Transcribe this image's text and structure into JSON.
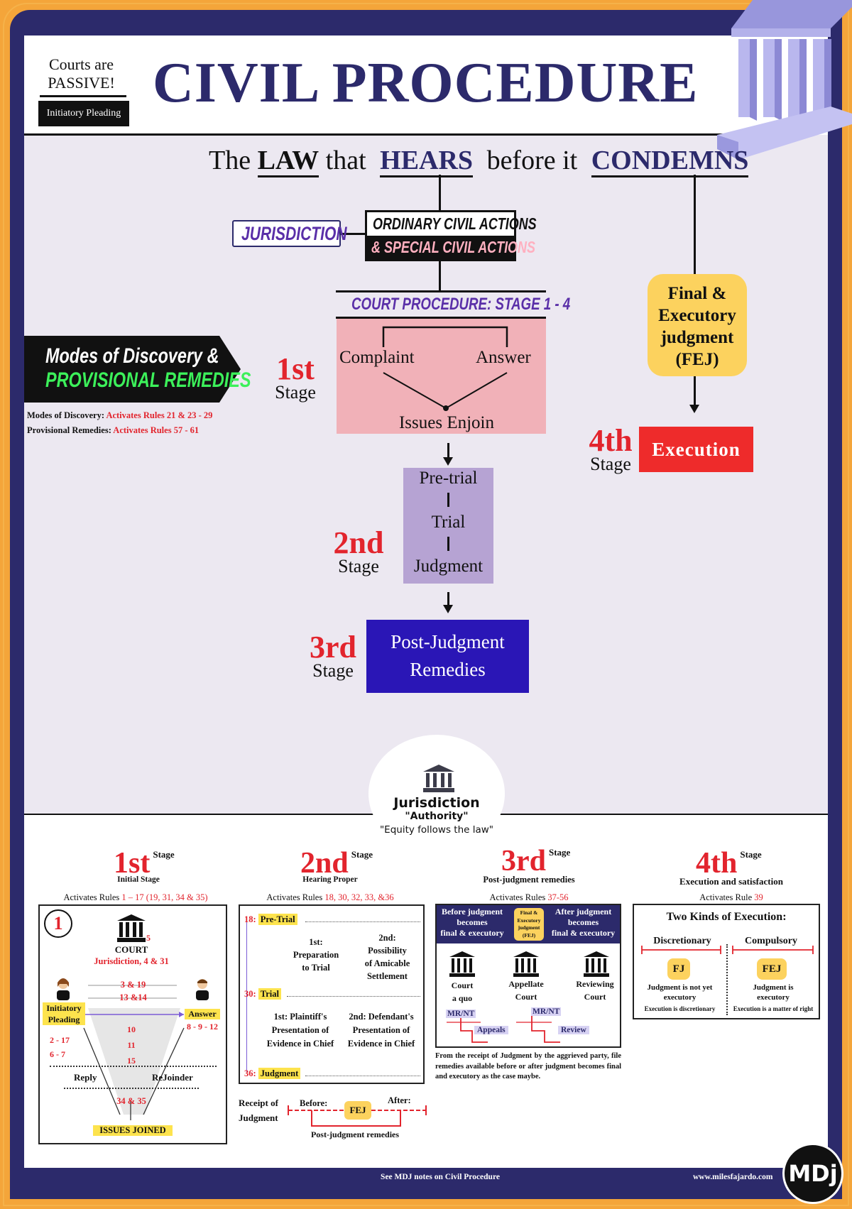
{
  "header": {
    "passive_line1": "Courts are",
    "passive_line2": "PASSIVE!",
    "initiatory_badge": "Initiatory Pleading",
    "title": "CIVIL PROCEDURE"
  },
  "tagline": {
    "the": "The",
    "law": "LAW",
    "that": "that",
    "hears": "HEARS",
    "before": "before it",
    "condemns": "CONDEMNS"
  },
  "flow": {
    "jurisdiction": "JURISDICTION",
    "ordinary": "ORDINARY CIVIL ACTIONS",
    "special": "& SPECIAL CIVIL ACTIONS",
    "court_procedure": "COURT PROCEDURE: STAGE 1 - 4",
    "complaint": "Complaint",
    "answer": "Answer",
    "issues_enjoin": "Issues Enjoin",
    "pretrial": "Pre-trial",
    "trial": "Trial",
    "judgment": "Judgment",
    "post_judgment_1": "Post-Judgment",
    "post_judgment_2": "Remedies",
    "fej_lines": [
      "Final &",
      "Executory",
      "judgment",
      "(FEJ)"
    ],
    "execution": "Execution",
    "stage_word": "Stage",
    "stage1": "1st",
    "stage2": "2nd",
    "stage3": "3rd",
    "stage4": "4th"
  },
  "discovery": {
    "title_line1": "Modes of Discovery &",
    "title_line2": "PROVISIONAL REMEDIES",
    "modes_label": "Modes of Discovery:",
    "modes_value": "Activates Rules 21 & 23 - 29",
    "prov_label": "Provisional Remedies:",
    "prov_value": "Activates Rules 57 - 61"
  },
  "badge": {
    "title": "Jurisdiction",
    "sub": "\"Authority\"",
    "quote": "\"Equity follows the law\""
  },
  "bottom": {
    "s1": {
      "num": "1st",
      "stage": "Stage",
      "sub": "Initial Stage",
      "activates": "Activates Rules",
      "rules": "1 – 17 (19, 31, 34 & 35)",
      "circle": "1",
      "five": "5",
      "court": "COURT",
      "court_rules": "Jurisdiction, 4 & 31",
      "r3": "3 & 19",
      "r13": "13 &14",
      "initiatory_1": "Initiatory",
      "initiatory_2": "Pleading",
      "answer": "Answer",
      "answer_rules": "8 - 9 - 12",
      "left_rules_1": "2 - 17",
      "left_rules_2": "6 - 7",
      "mid_1": "10",
      "mid_2": "11",
      "mid_3": "15",
      "reply": "Reply",
      "rejoinder": "ReJoinder",
      "r34": "34 & 35",
      "issues": "ISSUES JOINED"
    },
    "s2": {
      "num": "2nd",
      "stage": "Stage",
      "sub": "Hearing Proper",
      "activates": "Activates Rules",
      "rules": "18, 30, 32, 33, &36",
      "n18": "18:",
      "pretrial": "Pre-Trial",
      "prep_1": "1st:",
      "prep_2": "Preparation",
      "prep_3": "to Trial",
      "poss_1": "2nd:",
      "poss_2": "Possibility",
      "poss_3": "of Amicable",
      "poss_4": "Settlement",
      "n30": "30:",
      "trial": "Trial",
      "plain_1": "1st: Plaintiff's",
      "plain_2": "Presentation of",
      "plain_3": "Evidence in Chief",
      "def_1": "2nd: Defendant's",
      "def_2": "Presentation of",
      "def_3": "Evidence in Chief",
      "n36": "36:",
      "judgment": "Judgment",
      "receipt_1": "Receipt of",
      "receipt_2": "Judgment",
      "before": "Before:",
      "after": "After:",
      "fej": "FEJ",
      "post_label": "Post-judgment remedies"
    },
    "s3": {
      "num": "3rd",
      "stage": "Stage",
      "sub": "Post-judgment remedies",
      "activates": "Activates Rules",
      "rules": "37-56",
      "before_1": "Before judgment",
      "before_2": "becomes",
      "before_3": "final & executory",
      "fej_1": "Final &",
      "fej_2": "Executory",
      "fej_3": "judgment",
      "fej_4": "(FEJ)",
      "after_1": "After judgment",
      "after_2": "becomes",
      "after_3": "final & executory",
      "court_aquo_1": "Court",
      "court_aquo_2": "a quo",
      "appellate_1": "Appellate",
      "appellate_2": "Court",
      "reviewing_1": "Reviewing",
      "reviewing_2": "Court",
      "mrnt": "MR/NT",
      "appeals": "Appeals",
      "review": "Review",
      "note": "From the receipt of Judgment by the aggrieved party, file remedies available before or after judgment becomes final and executory as the case maybe."
    },
    "s4": {
      "num": "4th",
      "stage": "Stage",
      "sub": "Execution and satisfaction",
      "activates": "Activates Rule",
      "rules": "39",
      "two_kinds": "Two Kinds of Execution:",
      "disc": "Discretionary",
      "comp": "Compulsory",
      "fj": "FJ",
      "fej": "FEJ",
      "fj_1": "Judgment is not yet",
      "fj_2": "executory",
      "fej_1": "Judgment is",
      "fej_2": "executory",
      "fj_3": "Execution is discretionary",
      "fej_3": "Execution is a matter of right"
    }
  },
  "footer": {
    "note": "See MDJ notes on Civil Procedure",
    "site": "www.milesfajardo.com",
    "logo": "MDj"
  },
  "colors": {
    "navy": "#2c2a6b",
    "orange": "#f4a53a",
    "red": "#e2242d",
    "pink_box": "#f1b1b8",
    "lavender_box": "#b6a3d3",
    "blue_box": "#2a16b6",
    "yellow": "#fcd25e",
    "green": "#3cf05a"
  }
}
